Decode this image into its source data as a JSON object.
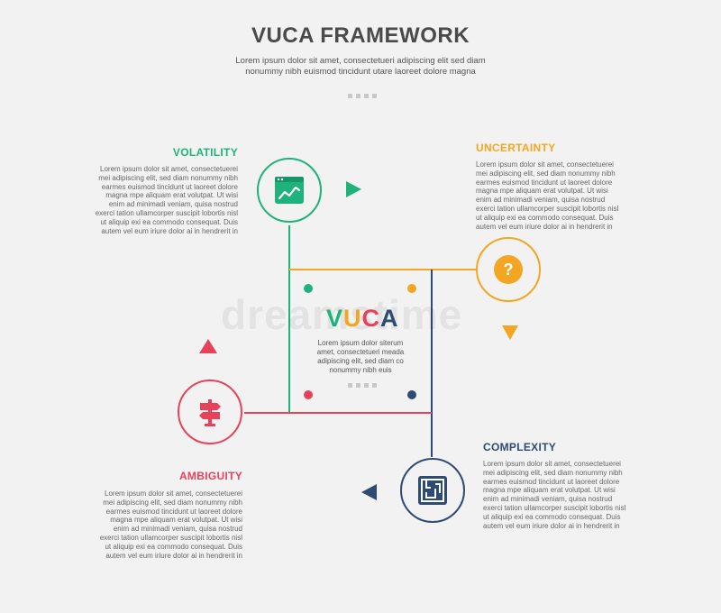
{
  "header": {
    "title": "VUCA FRAMEWORK",
    "subtitle": "Lorem ipsum dolor sit amet, consectetueri adipiscing elit sed diam nonummy nibh euismod tincidunt utare laoreet dolore magna"
  },
  "center": {
    "letters": [
      "V",
      "U",
      "C",
      "A"
    ],
    "letter_colors": [
      "#1db37a",
      "#f4a623",
      "#e8425a",
      "#2d4b73"
    ],
    "description": "Lorem ipsum dolor siterum amet, consectetueri meada adipiscing elit, sed diam co nonummy nibh euis"
  },
  "watermark": "dreamstime",
  "sections": {
    "volatility": {
      "title": "VOLATILITY",
      "color": "#1db37a",
      "icon": "chart-window-icon",
      "text": "Lorem ipsum dolor sit amet, consectetuerei mei adipiscing elit, sed diam nonummy nibh earmes euismod tincidunt ut laoreet dolore magna mpe aliquam erat volutpat. Ut wisi enim ad minimadi veniam, quisa nostrud exerci tation ullamcorper suscipit lobortis nisl ut aliquip exi ea commodo consequat. Duis autem vel eum iriure dolor ai in hendrerit in"
    },
    "uncertainty": {
      "title": "UNCERTAINTY",
      "color": "#f4a623",
      "icon": "question-icon",
      "text": "Lorem ipsum dolor sit amet, consectetuerei mei adipiscing elit, sed diam nonummy nibh earmes euismod tincidunt ut laoreet dolore magna mpe aliquam erat volutpat. Ut wisi enim ad minimadi veniam, quisa nostrud exerci tation ullamcorper suscipit lobortis nisl ut aliquip exi ea commodo consequat. Duis autem vel eum iriure dolor ai in hendrerit in"
    },
    "complexity": {
      "title": "COMPLEXITY",
      "color": "#2d4b73",
      "icon": "maze-icon",
      "text": "Lorem ipsum dolor sit amet, consectetuerei mei adipiscing elit, sed diam nonummy nibh earmes euismod tincidunt ut laoreet dolore magna mpe aliquam erat volutpat. Ut wisi enim ad minimadi veniam, quisa nostrud exerci tation ullamcorper suscipit lobortis nisl ut aliquip exi ea commodo consequat. Duis autem vel eum iriure dolor ai in hendrerit in"
    },
    "ambiguity": {
      "title": "AMBIGUITY",
      "color": "#e8425a",
      "icon": "signpost-icon",
      "text": "Lorem ipsum dolor sit amet, consectetuerei mei adipiscing elit, sed diam nonummy nibh earmes euismod tincidunt ut laoreet dolore magna mpe aliquam erat volutpat. Ut wisi enim ad minimadi veniam, quisa nostrud exerci tation ullamcorper suscipit lobortis nisl ut aliquip exi ea commodo consequat. Duis autem vel eum iriure dolor ai in hendrerit in"
    }
  }
}
